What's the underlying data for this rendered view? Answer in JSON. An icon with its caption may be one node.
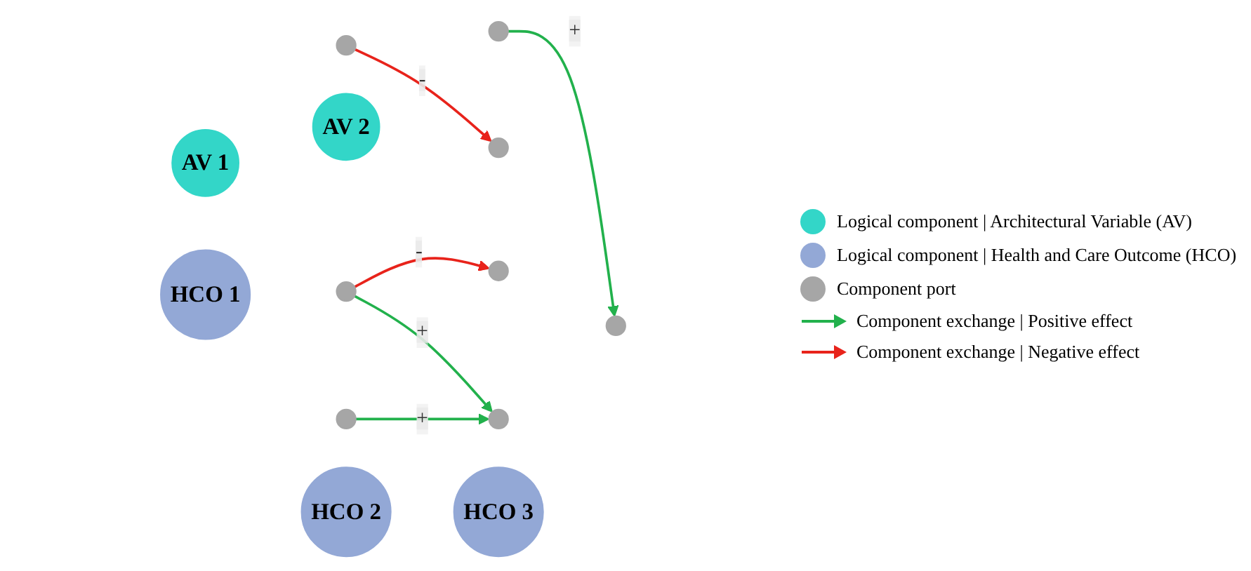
{
  "diagram": {
    "nodes": [
      {
        "text": [
          "AV 1"
        ]
      },
      {
        "text": [
          "HCO 1"
        ]
      },
      {
        "text": [
          "AV 2"
        ]
      },
      {
        "text": [
          "HCO 2"
        ]
      },
      {
        "text": [
          "HCO 3"
        ]
      },
      {
        "text": [],
        "shape": "circle"
      },
      {
        "text": [],
        "shape": "circle"
      },
      {
        "text": [],
        "shape": "circle"
      },
      {
        "text": [],
        "shape": "circle"
      },
      {
        "text": [],
        "shape": "circle"
      },
      {
        "text": [],
        "shape": "circle"
      },
      {
        "text": [],
        "shape": "circle"
      },
      {
        "text": [],
        "shape": "circle"
      }
    ],
    "edges": [
      {
        "from": 5,
        "to": 7,
        "arrow": "to",
        "label": "-",
        "color": "#e8231b"
      },
      {
        "from": 6,
        "to": 8,
        "arrow": "to",
        "label": "-",
        "color": "#e8231b"
      },
      {
        "from": 6,
        "to": 10,
        "arrow": "to",
        "label": "+"
      },
      {
        "from": 9,
        "to": 10,
        "arrow": "to",
        "label": "+"
      },
      {
        "from": 11,
        "to": 12,
        "arrow": "to",
        "label": "+"
      }
    ],
    "legend": [
      {
        "text": "Logical component | Architectural Variable (AV)",
        "color": "#33d6c8"
      },
      {
        "text": "Logical component | Health and Care Outcome (HCO)",
        "color": "#93a8d6"
      },
      {
        "text": "Component port",
        "color": "#a6a6a6"
      },
      {
        "text": "Component exchange | Positive effect"
      },
      {
        "text": "Component exchange | Negative effect"
      }
    ]
  }
}
